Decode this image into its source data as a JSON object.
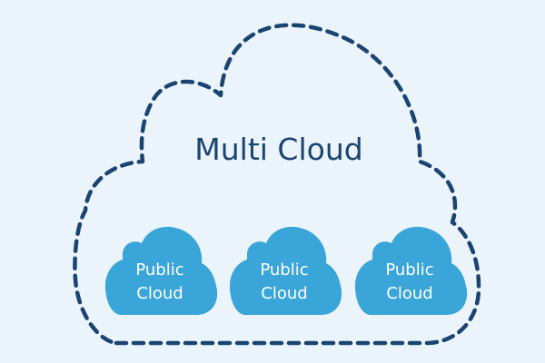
{
  "title": "Multi Cloud",
  "colors": {
    "background": "#ecf4fb",
    "outline": "#1a4472",
    "cloud_fill": "#3aa5d8",
    "cloud_text": "#ffffff",
    "title_text": "#1a4472"
  },
  "clouds": [
    {
      "line1": "Public",
      "line2": "Cloud"
    },
    {
      "line1": "Public",
      "line2": "Cloud"
    },
    {
      "line1": "Public",
      "line2": "Cloud"
    }
  ]
}
